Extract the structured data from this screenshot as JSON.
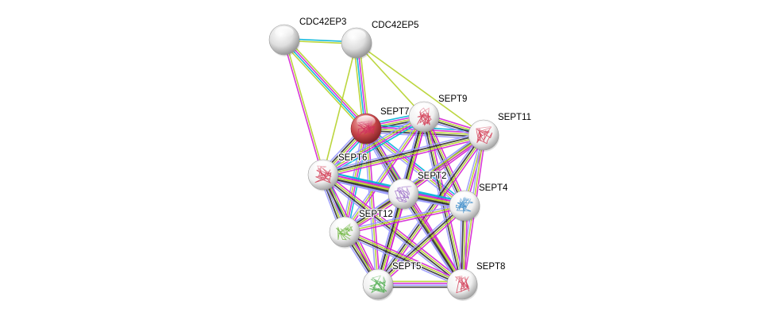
{
  "diagram": {
    "type": "protein-interaction-network",
    "edge_colors": {
      "database": "#00b4d8",
      "experiments": "#d421d4",
      "textmining": "#b5d12a",
      "coexpression": "#333333",
      "homology": "#9a9aff"
    },
    "nodes": [
      {
        "id": "CDC42EP3",
        "label": "CDC42EP3",
        "query": false,
        "structure": false,
        "fill": "#d9d9d9"
      },
      {
        "id": "CDC42EP5",
        "label": "CDC42EP5",
        "query": false,
        "structure": false,
        "fill": "#d9d9d9"
      },
      {
        "id": "SEPT7",
        "label": "SEPT7",
        "query": true,
        "structure": true,
        "fill": "#c8474a",
        "struct_color": "#d02b5a"
      },
      {
        "id": "SEPT9",
        "label": "SEPT9",
        "query": false,
        "structure": true,
        "fill": "#e6e6e6",
        "struct_color": "#d0304a"
      },
      {
        "id": "SEPT11",
        "label": "SEPT11",
        "query": false,
        "structure": true,
        "fill": "#e6e6e6",
        "struct_color": "#d0304a"
      },
      {
        "id": "SEPT6",
        "label": "SEPT6",
        "query": false,
        "structure": true,
        "fill": "#e6e6e6",
        "struct_color": "#d0304a"
      },
      {
        "id": "SEPT2",
        "label": "SEPT2",
        "query": false,
        "structure": true,
        "fill": "#e6e6e6",
        "struct_color": "#9a6cc8"
      },
      {
        "id": "SEPT4",
        "label": "SEPT4",
        "query": false,
        "structure": true,
        "fill": "#e6e6e6",
        "struct_color": "#3a8ac8"
      },
      {
        "id": "SEPT12",
        "label": "SEPT12",
        "query": false,
        "structure": true,
        "fill": "#e6e6e6",
        "struct_color": "#6ab43a"
      },
      {
        "id": "SEPT5",
        "label": "SEPT5",
        "query": false,
        "structure": true,
        "fill": "#e6e6e6",
        "struct_color": "#4aaa4a"
      },
      {
        "id": "SEPT8",
        "label": "SEPT8",
        "query": false,
        "structure": true,
        "fill": "#e6e6e6",
        "struct_color": "#d0304a"
      }
    ],
    "edges": [
      {
        "a": "CDC42EP3",
        "b": "CDC42EP5",
        "types": [
          "database",
          "textmining"
        ]
      },
      {
        "a": "CDC42EP3",
        "b": "SEPT7",
        "types": [
          "textmining",
          "experiments",
          "database",
          "textmining"
        ]
      },
      {
        "a": "CDC42EP3",
        "b": "SEPT6",
        "types": [
          "textmining",
          "experiments"
        ]
      },
      {
        "a": "CDC42EP5",
        "b": "SEPT7",
        "types": [
          "textmining",
          "experiments",
          "database",
          "textmining"
        ]
      },
      {
        "a": "CDC42EP5",
        "b": "SEPT6",
        "types": [
          "textmining"
        ]
      },
      {
        "a": "CDC42EP5",
        "b": "SEPT9",
        "types": [
          "textmining"
        ]
      },
      {
        "a": "CDC42EP5",
        "b": "SEPT11",
        "types": [
          "textmining"
        ]
      },
      {
        "a": "SEPT7",
        "b": "SEPT9",
        "types": [
          "database",
          "experiments",
          "textmining",
          "coexpression",
          "homology"
        ]
      },
      {
        "a": "SEPT7",
        "b": "SEPT11",
        "types": [
          "database",
          "experiments",
          "textmining",
          "coexpression",
          "homology"
        ]
      },
      {
        "a": "SEPT7",
        "b": "SEPT6",
        "types": [
          "database",
          "experiments",
          "textmining",
          "coexpression",
          "homology"
        ]
      },
      {
        "a": "SEPT7",
        "b": "SEPT2",
        "types": [
          "database",
          "experiments",
          "textmining",
          "coexpression",
          "homology"
        ]
      },
      {
        "a": "SEPT7",
        "b": "SEPT4",
        "types": [
          "database",
          "experiments",
          "textmining",
          "homology"
        ]
      },
      {
        "a": "SEPT7",
        "b": "SEPT12",
        "types": [
          "database",
          "experiments",
          "textmining",
          "homology"
        ]
      },
      {
        "a": "SEPT7",
        "b": "SEPT5",
        "types": [
          "experiments",
          "textmining",
          "homology"
        ]
      },
      {
        "a": "SEPT7",
        "b": "SEPT8",
        "types": [
          "experiments",
          "textmining",
          "coexpression",
          "homology"
        ]
      },
      {
        "a": "SEPT9",
        "b": "SEPT11",
        "types": [
          "experiments",
          "textmining",
          "coexpression",
          "homology"
        ]
      },
      {
        "a": "SEPT9",
        "b": "SEPT6",
        "types": [
          "database",
          "experiments",
          "textmining",
          "homology"
        ]
      },
      {
        "a": "SEPT9",
        "b": "SEPT2",
        "types": [
          "experiments",
          "textmining",
          "coexpression",
          "homology"
        ]
      },
      {
        "a": "SEPT9",
        "b": "SEPT4",
        "types": [
          "experiments",
          "textmining",
          "coexpression",
          "homology"
        ]
      },
      {
        "a": "SEPT9",
        "b": "SEPT12",
        "types": [
          "experiments",
          "textmining",
          "homology"
        ]
      },
      {
        "a": "SEPT9",
        "b": "SEPT5",
        "types": [
          "experiments",
          "textmining",
          "coexpression",
          "homology"
        ]
      },
      {
        "a": "SEPT9",
        "b": "SEPT8",
        "types": [
          "experiments",
          "textmining",
          "coexpression",
          "homology"
        ]
      },
      {
        "a": "SEPT11",
        "b": "SEPT6",
        "types": [
          "experiments",
          "textmining",
          "coexpression",
          "homology"
        ]
      },
      {
        "a": "SEPT11",
        "b": "SEPT2",
        "types": [
          "experiments",
          "textmining",
          "coexpression",
          "homology"
        ]
      },
      {
        "a": "SEPT11",
        "b": "SEPT4",
        "types": [
          "experiments",
          "textmining",
          "homology"
        ]
      },
      {
        "a": "SEPT11",
        "b": "SEPT12",
        "types": [
          "experiments",
          "textmining",
          "homology"
        ]
      },
      {
        "a": "SEPT11",
        "b": "SEPT5",
        "types": [
          "experiments",
          "textmining",
          "coexpression",
          "homology"
        ]
      },
      {
        "a": "SEPT11",
        "b": "SEPT8",
        "types": [
          "experiments",
          "textmining",
          "homology"
        ]
      },
      {
        "a": "SEPT6",
        "b": "SEPT2",
        "types": [
          "database",
          "experiments",
          "textmining",
          "coexpression",
          "homology"
        ]
      },
      {
        "a": "SEPT6",
        "b": "SEPT4",
        "types": [
          "database",
          "experiments",
          "textmining",
          "coexpression",
          "homology"
        ]
      },
      {
        "a": "SEPT6",
        "b": "SEPT12",
        "types": [
          "database",
          "experiments",
          "textmining",
          "coexpression",
          "homology"
        ]
      },
      {
        "a": "SEPT6",
        "b": "SEPT5",
        "types": [
          "experiments",
          "textmining",
          "coexpression",
          "homology"
        ]
      },
      {
        "a": "SEPT6",
        "b": "SEPT8",
        "types": [
          "experiments",
          "textmining",
          "coexpression",
          "homology"
        ]
      },
      {
        "a": "SEPT2",
        "b": "SEPT4",
        "types": [
          "database",
          "experiments",
          "textmining",
          "coexpression",
          "homology"
        ]
      },
      {
        "a": "SEPT2",
        "b": "SEPT12",
        "types": [
          "experiments",
          "textmining",
          "coexpression",
          "homology"
        ]
      },
      {
        "a": "SEPT2",
        "b": "SEPT5",
        "types": [
          "experiments",
          "textmining",
          "coexpression",
          "homology"
        ]
      },
      {
        "a": "SEPT2",
        "b": "SEPT8",
        "types": [
          "experiments",
          "textmining",
          "coexpression",
          "homology"
        ]
      },
      {
        "a": "SEPT4",
        "b": "SEPT12",
        "types": [
          "experiments",
          "textmining",
          "homology"
        ]
      },
      {
        "a": "SEPT4",
        "b": "SEPT5",
        "types": [
          "experiments",
          "textmining",
          "coexpression",
          "homology"
        ]
      },
      {
        "a": "SEPT4",
        "b": "SEPT8",
        "types": [
          "experiments",
          "textmining",
          "coexpression",
          "homology"
        ]
      },
      {
        "a": "SEPT12",
        "b": "SEPT5",
        "types": [
          "experiments",
          "textmining",
          "coexpression",
          "homology"
        ]
      },
      {
        "a": "SEPT12",
        "b": "SEPT8",
        "types": [
          "experiments",
          "textmining",
          "coexpression",
          "homology"
        ]
      },
      {
        "a": "SEPT5",
        "b": "SEPT8",
        "types": [
          "textmining",
          "experiments",
          "homology",
          "coexpression"
        ]
      }
    ]
  }
}
